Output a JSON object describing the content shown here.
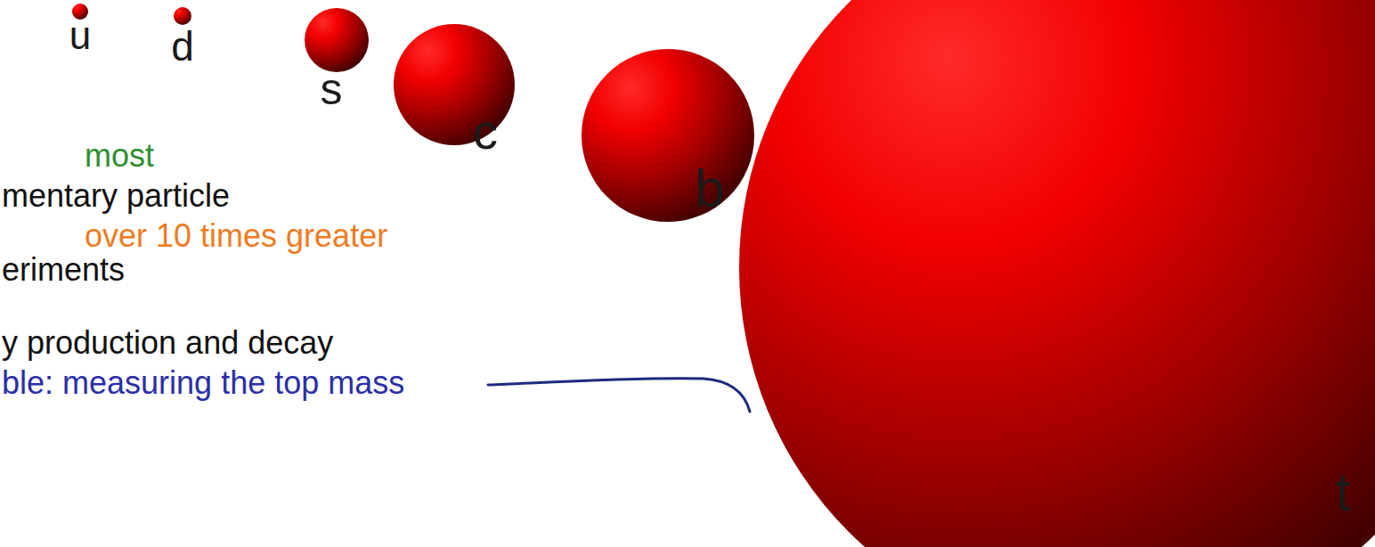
{
  "diagram": {
    "nodes": [
      {
        "text": [
          "u"
        ]
      },
      {
        "text": [
          "d"
        ]
      },
      {
        "text": [
          "s"
        ]
      },
      {
        "text": [
          "c"
        ]
      },
      {
        "text": [
          "b"
        ]
      },
      {
        "text": [
          "t"
        ]
      }
    ],
    "labels": [
      "most",
      "mentary particle",
      "over 10 times greater",
      "eriments",
      "y production and decay",
      "ble: measuring the top mass"
    ]
  }
}
